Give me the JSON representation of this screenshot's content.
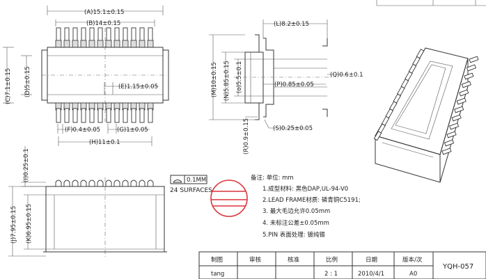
{
  "dims": {
    "A": "(A)15.1±0.15",
    "B": "(B)14±0.15",
    "C": "(C)7.1±0.15",
    "D": "(D)5±0.15",
    "E": "(E)1.15±0.05",
    "F": "(F)0.4±0.05",
    "G": "(G)1±0.05",
    "H": "(H)11±0.1",
    "L": "(L)8.2±0.15",
    "M": "(M)10±0.15",
    "N": "(N)5.85±0.15",
    "O": "(o)5.5±0.1",
    "P": "(P)0.85±0.05",
    "Q": "(Q)0.6±0.1",
    "S": "(S)0.25±0.05",
    "R": "(R)0.9±0.15",
    "I": "(I)0.25±0.1",
    "J": "(J)7.95±0.15",
    "K": "(K)6.95±0.15"
  },
  "flatness": {
    "value": "0.1MM",
    "label": "24 SURFACES"
  },
  "notes": {
    "header": "备注:   单位: mm",
    "n1": "1.成型材料:  黑色DAP,UL-94-V0",
    "n2": "2.LEAD  FRAME材质: 磷青铜C5191;",
    "n3": "3. 最大毛边允许0.05mm",
    "n4": "4. 未标注公差±0.05mm",
    "n5": "5.PIN 表面处理: 镀纯锡"
  },
  "title_block": {
    "headers": [
      "制图",
      "审核",
      "核准",
      "比例",
      "日期",
      "版本/次"
    ],
    "values": [
      "tang",
      "",
      "",
      "2 : 1",
      "2010/4/1",
      "A0"
    ],
    "part_no": "YQH-057"
  }
}
